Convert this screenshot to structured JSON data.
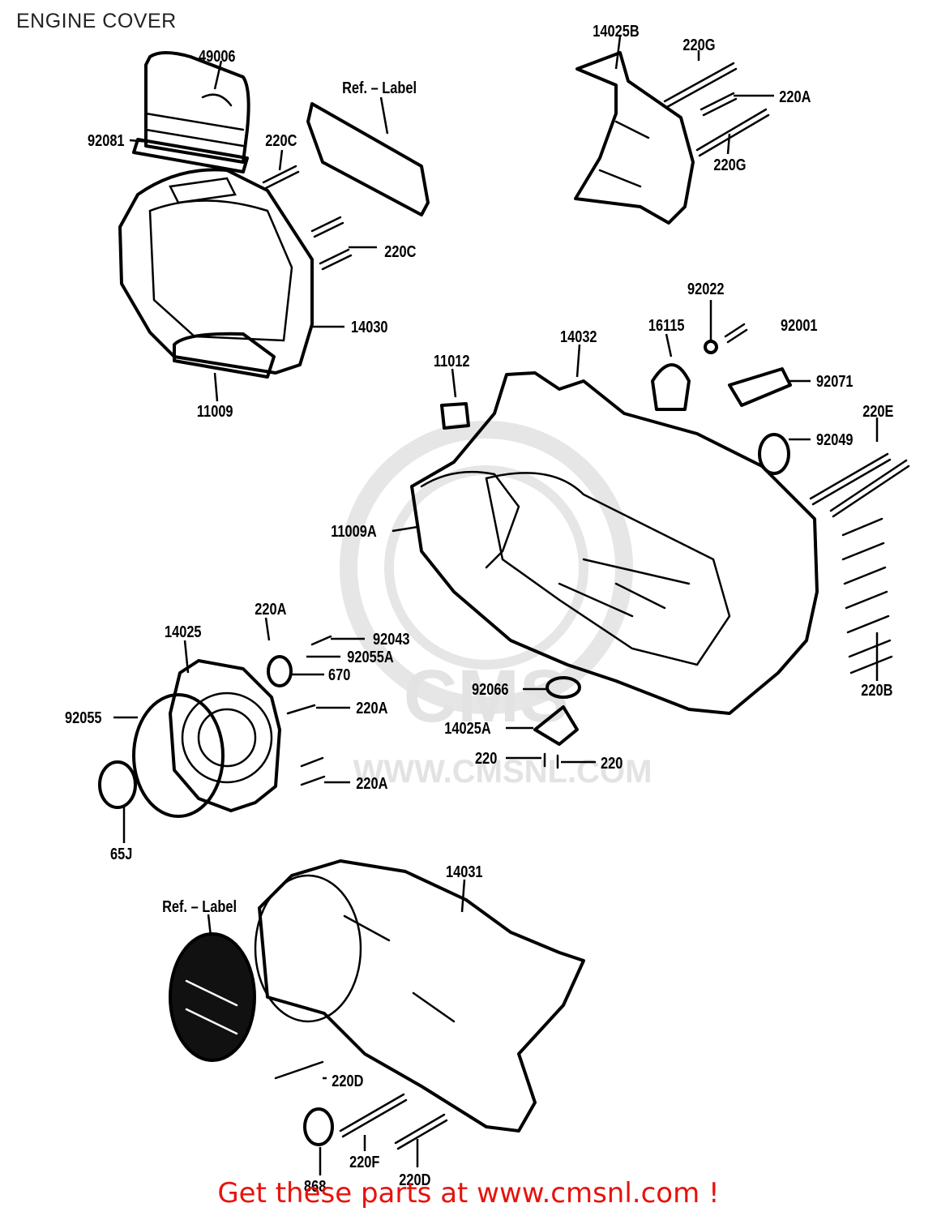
{
  "title": "ENGINE COVER",
  "watermark": {
    "logo": "CMS",
    "url": "WWW.CMSNL.COM"
  },
  "footer": {
    "cta": "Get these parts at www.cmsnl.com !",
    "color": "#e8120c"
  },
  "parts": {
    "p49006": "49006",
    "p92081": "92081",
    "p220C_a": "220C",
    "p220C_b": "220C",
    "ref_label_a": "Ref. – Label",
    "p14030": "14030",
    "p11009": "11009",
    "p14025B": "14025B",
    "p220G_a": "220G",
    "p220A_a": "220A",
    "p220G_b": "220G",
    "p92022": "92022",
    "p16115": "16115",
    "p92001": "92001",
    "p11012": "11012",
    "p14032": "14032",
    "p92071": "92071",
    "p220E": "220E",
    "p92049": "92049",
    "p11009A": "11009A",
    "p220B": "220B",
    "p220A_b": "220A",
    "p14025": "14025",
    "p92043": "92043",
    "p92055A": "92055A",
    "p670": "670",
    "p220A_c": "220A",
    "p92055": "92055",
    "p220A_d": "220A",
    "p65J": "65J",
    "p92066": "92066",
    "p14025A": "14025A",
    "p220_a": "220",
    "p220_b": "220",
    "p14031": "14031",
    "ref_label_b": "Ref. – Label",
    "p220D_a": "220D",
    "p220F": "220F",
    "p220D_b": "220D",
    "p868": "868"
  }
}
